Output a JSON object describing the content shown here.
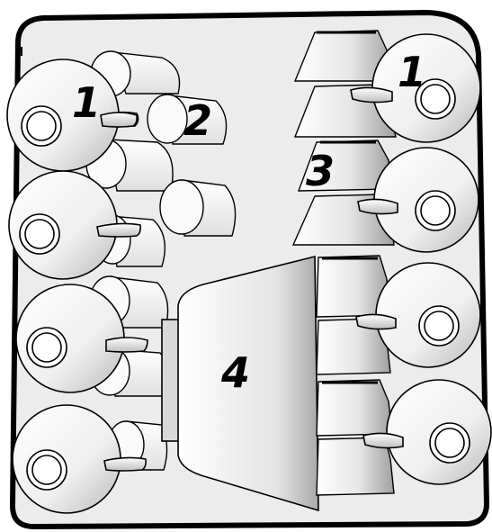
{
  "diagram": {
    "labels": {
      "label_1_left": "1",
      "label_1_right": "1",
      "label_2": "2",
      "label_3": "3",
      "label_4": "4"
    },
    "colors": {
      "tray_fill": "#ececec",
      "tray_outline": "#000000",
      "part_fill": "#f4f4f4",
      "part_shadow": "#bdbdbd",
      "ink": "#000000"
    }
  }
}
